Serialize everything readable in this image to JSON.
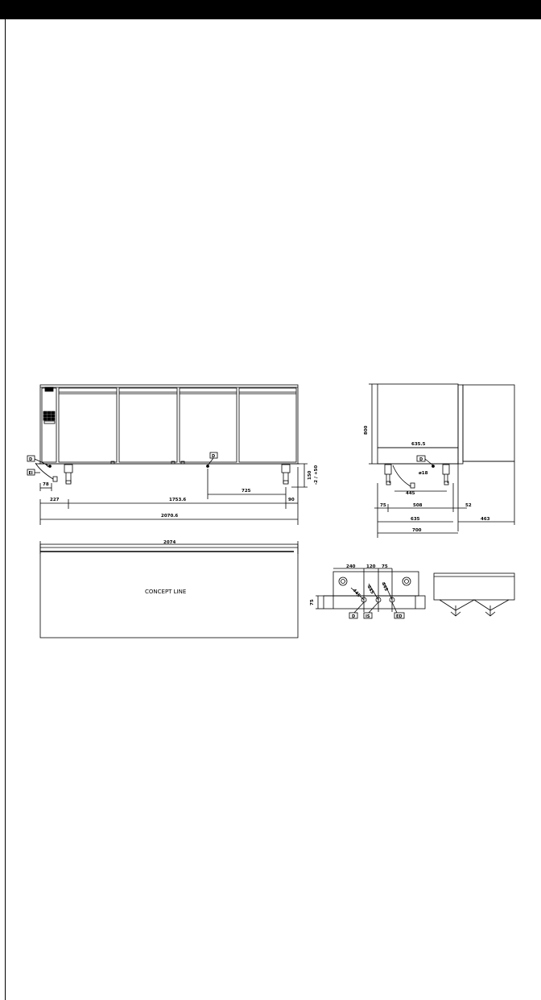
{
  "dimensions": {
    "front_78": "78",
    "front_227": "227",
    "front_1753": "1753.6",
    "front_725": "725",
    "front_90": "90",
    "front_2070": "2070.6",
    "front_150": "150",
    "front_adj": "-2 / +50",
    "side_800": "800",
    "side_635_5": "635.5",
    "side_hole": "ø18",
    "side_445": "445",
    "side_75": "75",
    "side_508": "508",
    "side_52": "52",
    "side_635": "635",
    "side_700": "700",
    "side_463": "463",
    "top_2074": "2074",
    "detail_240": "240",
    "detail_120": "120",
    "detail_75": "75",
    "detail_75v": "75",
    "detail_445a": "445",
    "detail_445b": "445",
    "detail_445c": "445"
  },
  "tags": {
    "drain": "D",
    "electric": "EI",
    "water": "IS",
    "electric_b": "ED"
  },
  "plan": {
    "label": "CONCEPT LINE"
  },
  "colors": {
    "header": "#000000",
    "line": "#000000",
    "background": "#ffffff"
  }
}
